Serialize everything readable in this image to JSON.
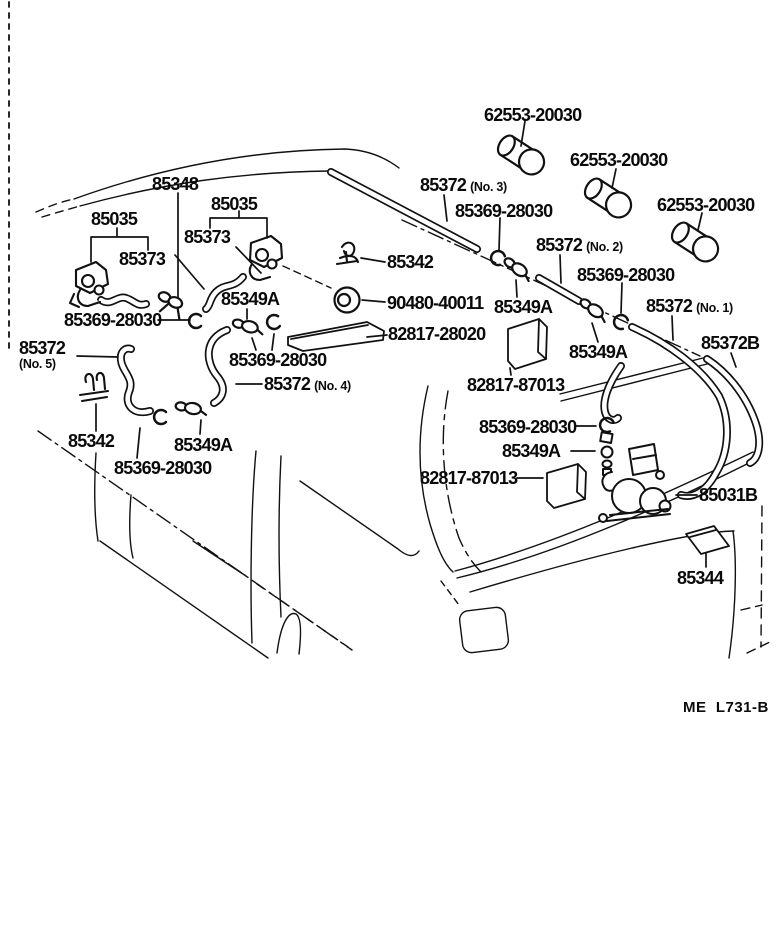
{
  "figure": {
    "footer_code": "ME  L731-B",
    "background_color": "#ffffff",
    "line_color": "#111111"
  },
  "callouts": [
    {
      "text": "62553-20030"
    },
    {
      "text": "62553-20030"
    },
    {
      "text": "62553-20030"
    },
    {
      "text": "85372",
      "note": "(No. 3)"
    },
    {
      "text": "85369-28030"
    },
    {
      "text": "85372",
      "note": "(No. 2)"
    },
    {
      "text": "85369-28030"
    },
    {
      "text": "85372",
      "note": "(No. 1)"
    },
    {
      "text": "85372B"
    },
    {
      "text": "85342"
    },
    {
      "text": "90480-40011"
    },
    {
      "text": "82817-28020"
    },
    {
      "text": "85349A"
    },
    {
      "text": "85349A"
    },
    {
      "text": "82817-87013"
    },
    {
      "text": "85369-28030"
    },
    {
      "text": "85348"
    },
    {
      "text": "85035"
    },
    {
      "text": "85035"
    },
    {
      "text": "85373"
    },
    {
      "text": "85373"
    },
    {
      "text": "85349A"
    },
    {
      "text": "85369-28030"
    },
    {
      "text": "85372",
      "note": "(No. 4)"
    },
    {
      "text": "85372",
      "note": "(No. 5)"
    },
    {
      "text": "85342"
    },
    {
      "text": "85349A"
    },
    {
      "text": "85369-28030"
    },
    {
      "text": "85369-28030"
    },
    {
      "text": "85349A"
    },
    {
      "text": "82817-87013"
    },
    {
      "text": "85031B"
    },
    {
      "text": "85344"
    }
  ]
}
